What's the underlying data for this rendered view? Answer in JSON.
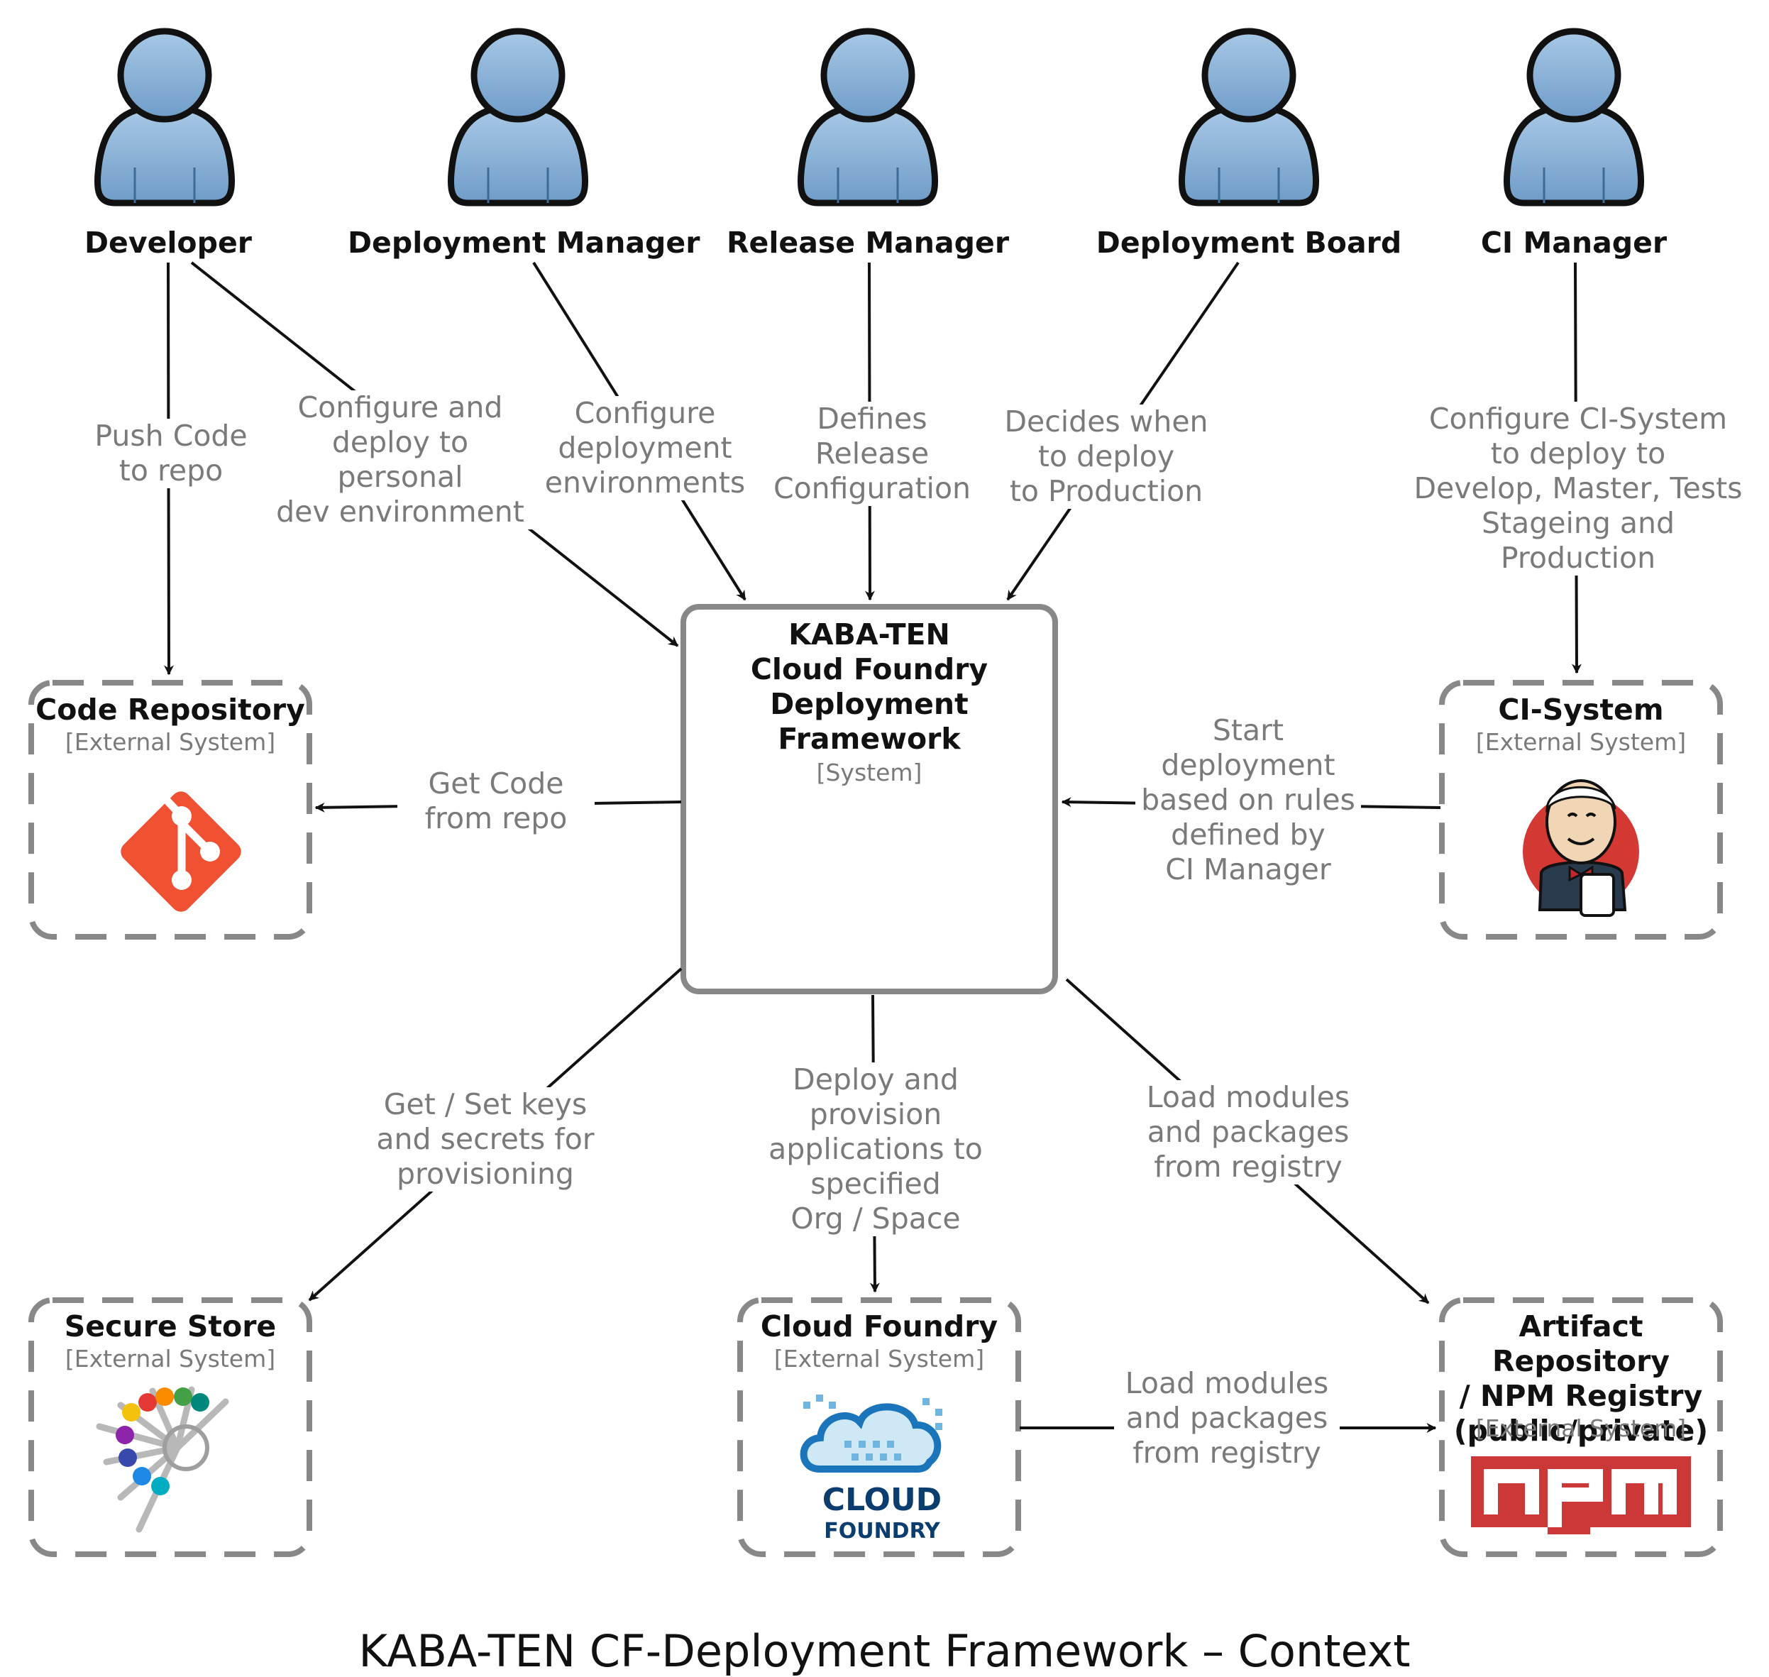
{
  "title": "KABA-TEN CF-Deployment Framework – Context",
  "colors": {
    "actor_fill": "#8db4d8",
    "actor_stroke": "#111111",
    "box_stroke": "#888888",
    "edge_label": "#7a7a7a",
    "git": "#f05133",
    "npm": "#cb3837",
    "cloud": "#1b75bb"
  },
  "actors": [
    {
      "id": "developer",
      "name": "Developer"
    },
    {
      "id": "deployment_manager",
      "name": "Deployment Manager"
    },
    {
      "id": "release_manager",
      "name": "Release Manager"
    },
    {
      "id": "deployment_board",
      "name": "Deployment Board"
    },
    {
      "id": "ci_manager",
      "name": "CI Manager"
    }
  ],
  "system": {
    "title": "KABA-TEN\nCloud Foundry\nDeployment\nFramework",
    "type": "[System]"
  },
  "external_systems": {
    "code_repository": {
      "title": "Code Repository",
      "type": "[External System]",
      "icon": "git-icon"
    },
    "ci_system": {
      "title": "CI-System",
      "type": "[External System]",
      "icon": "jenkins-icon"
    },
    "secure_store": {
      "title": "Secure Store",
      "type": "[External System]",
      "icon": "keys-icon"
    },
    "cloud_foundry": {
      "title": "Cloud Foundry",
      "type": "[External System]",
      "icon": "cloud-foundry-logo",
      "logo_line1": "CLOUD",
      "logo_line2": "FOUNDRY"
    },
    "artifact_repository": {
      "title": "Artifact Repository\n/ NPM Registry\n(public/private)",
      "type": "[External System]",
      "icon": "npm-logo"
    }
  },
  "edges": {
    "push_code": "Push Code\nto repo",
    "configure_personal": "Configure and\ndeploy to personal\ndev environment",
    "configure_envs": "Configure\ndeployment\nenvironments",
    "defines_release": "Defines\nRelease\nConfiguration",
    "decides_when": "Decides when\nto deploy\nto Production",
    "configure_ci": "Configure CI-System\nto deploy to\nDevelop, Master, Tests\nStageing and Production",
    "get_code": "Get Code\nfrom repo",
    "start_deployment": "Start\ndeployment\nbased on rules\ndefined by\nCI Manager",
    "get_set_keys": "Get / Set keys\nand secrets for\nprovisioning",
    "deploy_provision": "Deploy and\nprovision\napplications to\nspecified\nOrg / Space",
    "load_modules_system": "Load modules\nand packages\nfrom registry",
    "load_modules_cf": "Load modules\nand packages\nfrom registry"
  }
}
